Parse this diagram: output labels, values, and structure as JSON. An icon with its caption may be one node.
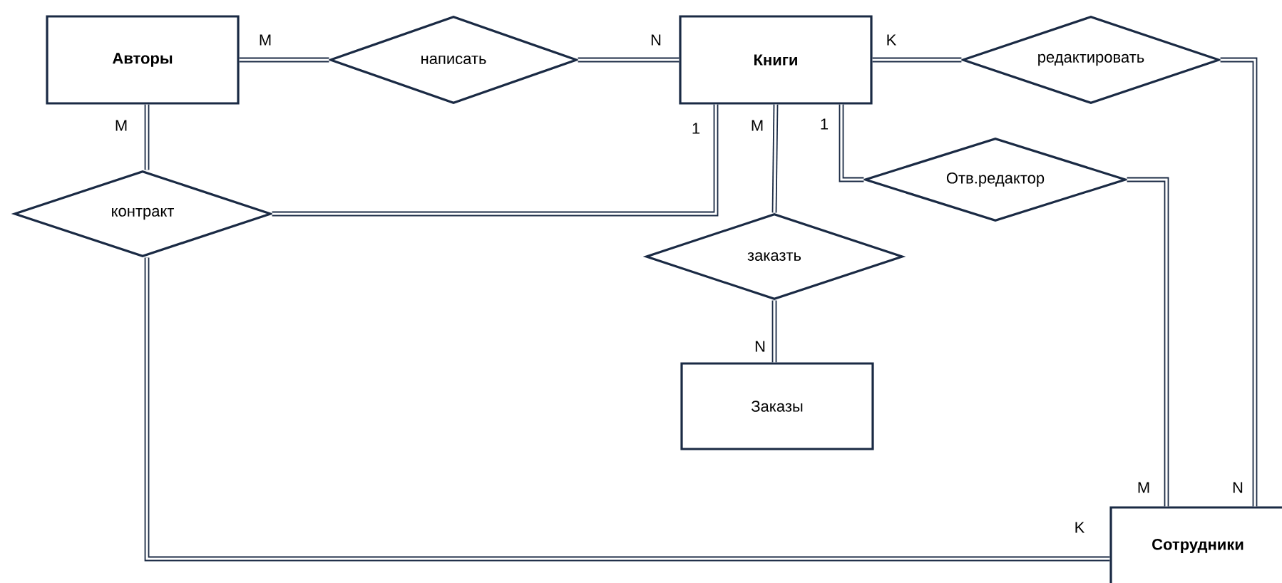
{
  "diagram": {
    "nodes": [
      {
        "text": [
          "**Авторы**"
        ]
      },
      {
        "text": [
          "написать"
        ]
      },
      {
        "text": [
          "**Книги**"
        ]
      },
      {
        "text": [
          "редактировать"
        ]
      },
      {
        "text": [
          "контракт"
        ]
      },
      {
        "text": [
          "Отв.редактор"
        ]
      },
      {
        "text": [
          "заказть"
        ]
      },
      {
        "text": [
          "Заказы"
        ]
      },
      {
        "text": [
          "**Сотрудники**"
        ]
      }
    ],
    "edges": [
      {
        "from": 0,
        "to": 1,
        "arrow": "none",
        "label": "M"
      },
      {
        "from": 1,
        "to": 2,
        "arrow": "none",
        "label": "N"
      },
      {
        "from": 2,
        "to": 3,
        "arrow": "none",
        "label": "K"
      },
      {
        "from": 3,
        "to": 8,
        "arrow": "none",
        "label": "N"
      },
      {
        "from": 0,
        "to": 4,
        "arrow": "none",
        "label": "M"
      },
      {
        "from": 4,
        "to": 2,
        "arrow": "none",
        "label": "1"
      },
      {
        "from": 2,
        "to": 6,
        "arrow": "none",
        "label": "M"
      },
      {
        "from": 2,
        "to": 5,
        "arrow": "none",
        "label": "1"
      },
      {
        "from": 5,
        "to": 8,
        "arrow": "none",
        "label": "M"
      },
      {
        "from": 6,
        "to": 7,
        "arrow": "none",
        "label": "N"
      },
      {
        "from": 4,
        "to": 8,
        "arrow": "none",
        "label": "K"
      }
    ]
  }
}
